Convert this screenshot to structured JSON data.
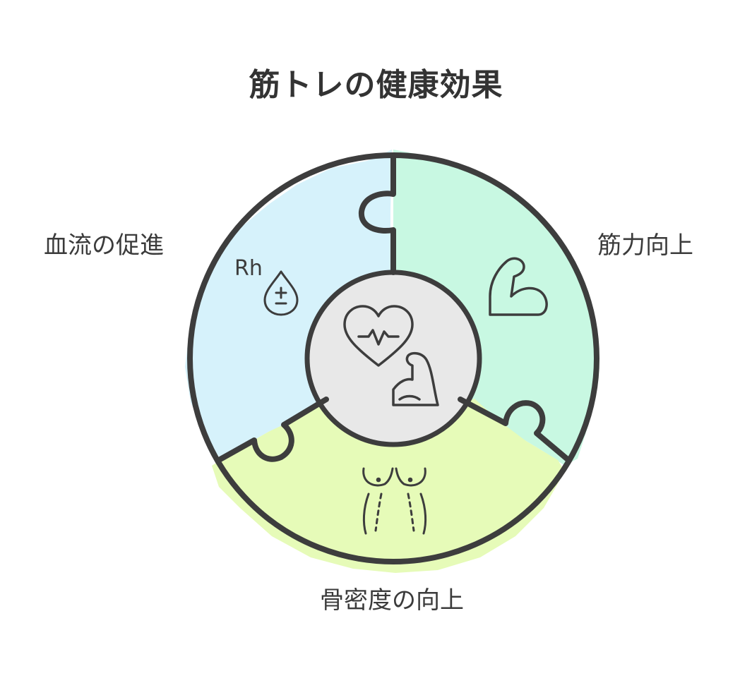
{
  "title": "筋トレの健康効果",
  "segments": [
    {
      "id": "blood",
      "label": "血流の促進",
      "fill": "#d6f2fb",
      "icon": "blood-drop-rh-icon",
      "icon_text": "Rh"
    },
    {
      "id": "muscle",
      "label": "筋力向上",
      "fill": "#c8f8e2",
      "icon": "flexed-arm-icon"
    },
    {
      "id": "bone",
      "label": "骨密度の向上",
      "fill": "#e6fbb8",
      "icon": "torso-icon"
    }
  ],
  "center": {
    "fill": "#e8e8e8",
    "icons": [
      "heart-pulse-icon",
      "flexed-arm-icon"
    ]
  },
  "colors": {
    "stroke": "#3d3d3d",
    "text": "#333333"
  }
}
